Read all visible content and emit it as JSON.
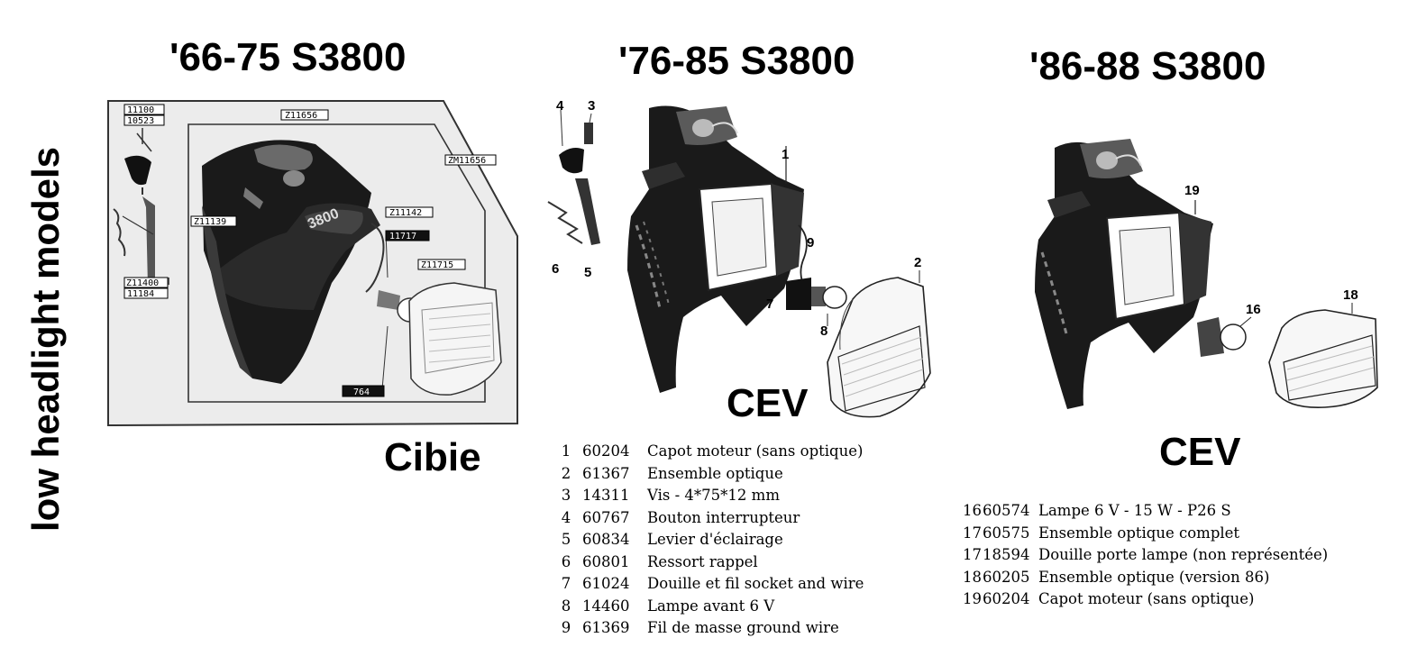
{
  "headings": {
    "vertical": "low headlight models",
    "panel1": "'66-75 S3800",
    "panel2": "'76-85 S3800",
    "panel3": "'86-88 S3800"
  },
  "brands": {
    "panel1": "Cibie",
    "panel2": "CEV",
    "panel3": "CEV"
  },
  "panel1_callouts": [
    "11100",
    "10523",
    "Z11656",
    "ZM11656",
    "Z11139",
    "Z11142",
    "11717",
    "Z11715",
    "Z11400",
    "11184",
    "764"
  ],
  "panel1_logo": "3800",
  "panel2_callouts": [
    "4",
    "3",
    "1",
    "9",
    "2",
    "6",
    "5",
    "7",
    "8"
  ],
  "panel3_callouts": [
    "19",
    "16",
    "18"
  ],
  "parts_76_85": [
    {
      "num": "1",
      "code": "60204",
      "desc": "Capot moteur (sans optique)"
    },
    {
      "num": "2",
      "code": "61367",
      "desc": "Ensemble optique"
    },
    {
      "num": "3",
      "code": "14311",
      "desc": "Vis - 4*75*12 mm"
    },
    {
      "num": "4",
      "code": "60767",
      "desc": "Bouton interrupteur"
    },
    {
      "num": "5",
      "code": "60834",
      "desc": "Levier d'éclairage"
    },
    {
      "num": "6",
      "code": "60801",
      "desc": "Ressort rappel"
    },
    {
      "num": "7",
      "code": "61024",
      "desc": "Douille et fil socket and wire"
    },
    {
      "num": "8",
      "code": "14460",
      "desc": "Lampe avant 6 V"
    },
    {
      "num": "9",
      "code": "61369",
      "desc": "Fil de masse ground wire"
    }
  ],
  "parts_86_88": [
    {
      "num": "16",
      "code": "60574",
      "desc": "Lampe 6 V - 15 W - P26 S"
    },
    {
      "num": "17",
      "code": "60575",
      "desc": "Ensemble optique complet"
    },
    {
      "num": "17",
      "code": "18594",
      "desc": "Douille porte lampe (non représentée)"
    },
    {
      "num": "18",
      "code": "60205",
      "desc": "Ensemble optique (version 86)"
    },
    {
      "num": "19",
      "code": "60204",
      "desc": "Capot moteur (sans optique)"
    }
  ]
}
